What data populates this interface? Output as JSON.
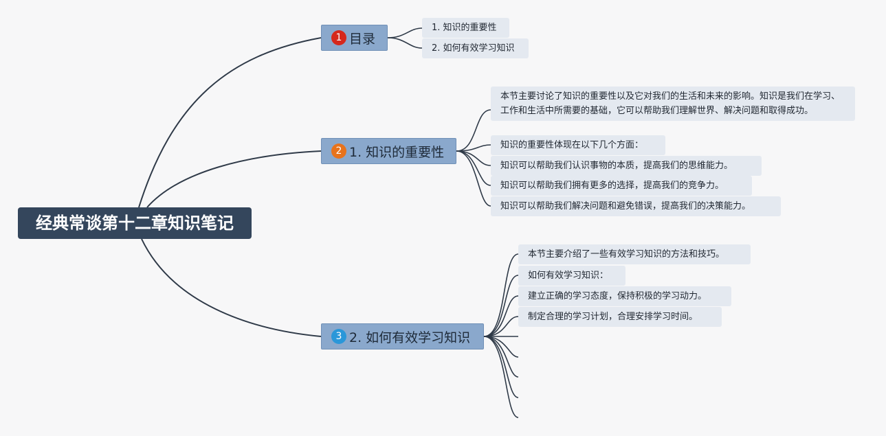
{
  "root": {
    "title": "经典常谈第十二章知识笔记"
  },
  "colors": {
    "badge1": "#d6281c",
    "badge2": "#e8731c",
    "badge3": "#2a97d9",
    "line": "#2f3a48"
  },
  "branches": [
    {
      "badge": "1",
      "label": "目录",
      "children": [
        "1. 知识的重要性",
        "2. 如何有效学习知识"
      ]
    },
    {
      "badge": "2",
      "label": "1. 知识的重要性",
      "children": [
        "本节主要讨论了知识的重要性以及它对我们的生活和未来的影响。知识是我们在学习、工作和生活中所需要的基础，它可以帮助我们理解世界、解决问题和取得成功。",
        "知识的重要性体现在以下几个方面：",
        "知识可以帮助我们认识事物的本质，提高我们的思维能力。",
        "知识可以帮助我们拥有更多的选择，提高我们的竞争力。",
        "知识可以帮助我们解决问题和避免错误，提高我们的决策能力。"
      ]
    },
    {
      "badge": "3",
      "label": "2. 如何有效学习知识",
      "children": [
        "本节主要介绍了一些有效学习知识的方法和技巧。",
        "如何有效学习知识：",
        "建立正确的学习态度，保持积极的学习动力。",
        "制定合理的学习计划，合理安排学习时间。"
      ]
    }
  ]
}
